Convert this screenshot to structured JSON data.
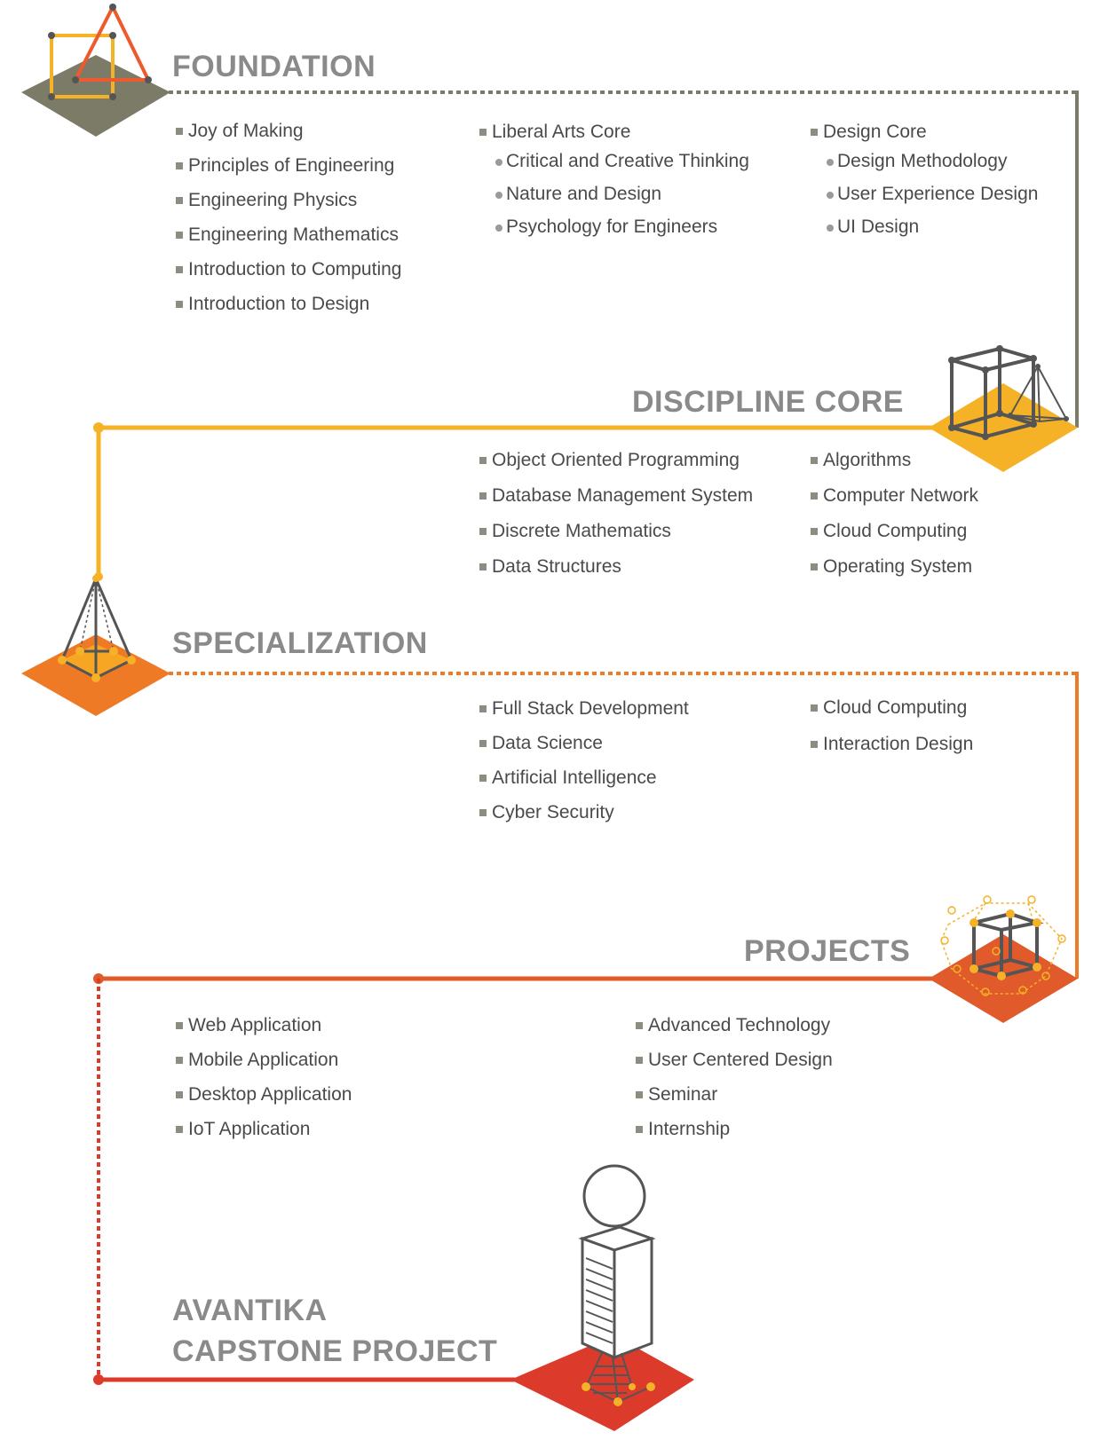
{
  "colors": {
    "foundation": "#7c7b68",
    "discipline": "#f6b227",
    "specialization": "#ee7a26",
    "projects": "#e05a2b",
    "capstone": "#dc3a2b",
    "heading": "#8a8a8a",
    "text": "#4a4a4a"
  },
  "sections": {
    "foundation": {
      "title": "FOUNDATION",
      "col1": [
        "Joy of Making",
        "Principles of Engineering",
        "Engineering Physics",
        "Engineering Mathematics",
        "Introduction to Computing",
        "Introduction to Design"
      ],
      "col2_head": "Liberal Arts Core",
      "col2": [
        "Critical and Creative Thinking",
        "Nature and Design",
        "Psychology for Engineers"
      ],
      "col3_head": "Design Core",
      "col3": [
        "Design Methodology",
        "User Experience Design",
        "UI Design"
      ]
    },
    "discipline": {
      "title": "DISCIPLINE CORE",
      "col1": [
        "Object Oriented Programming",
        "Database Management System",
        "Discrete Mathematics",
        "Data Structures"
      ],
      "col2": [
        "Algorithms",
        "Computer Network",
        "Cloud Computing",
        "Operating System"
      ]
    },
    "specialization": {
      "title": "SPECIALIZATION",
      "col1": [
        "Full Stack Development",
        "Data Science",
        "Artificial Intelligence",
        "Cyber Security"
      ],
      "col2": [
        "Cloud Computing",
        "Interaction Design"
      ]
    },
    "projects": {
      "title": "PROJECTS",
      "col1": [
        "Web Application",
        "Mobile Application",
        "Desktop Application",
        "IoT Application"
      ],
      "col2": [
        "Advanced Technology",
        "User Centered Design",
        "Seminar",
        "Internship"
      ]
    },
    "capstone": {
      "title_line1": "AVANTIKA",
      "title_line2": "CAPSTONE PROJECT"
    }
  }
}
